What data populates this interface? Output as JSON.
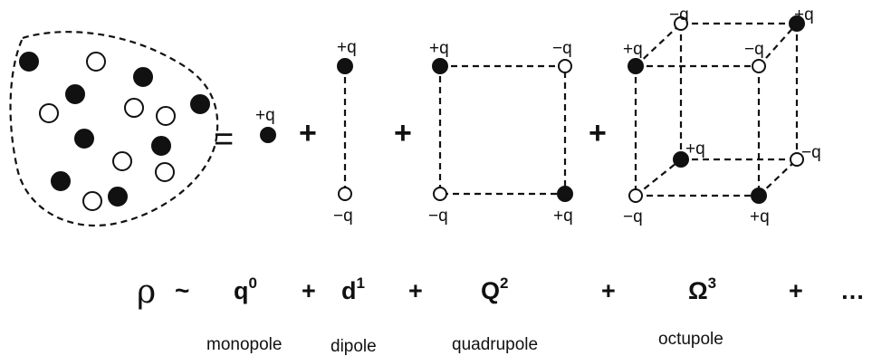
{
  "charge_labels": {
    "monopole": "+q",
    "dipole_top": "+q",
    "dipole_bottom": "−q",
    "quad_top_left": "+q",
    "quad_top_right": "−q",
    "quad_bottom_left": "−q",
    "quad_bottom_right": "+q",
    "oct_back_top_left": "−q",
    "oct_back_top_right": "+q",
    "oct_front_top_left": "+q",
    "oct_front_top_right": "−q",
    "oct_back_bottom_left": "+q",
    "oct_back_bottom_right": "−q",
    "oct_front_bottom_left": "−q",
    "oct_front_bottom_right": "+q"
  },
  "operators": {
    "equals": "=",
    "plus": "+",
    "tilde": "~",
    "ellipsis": "…"
  },
  "equation": {
    "rho": "ρ",
    "monopole_symbol": "q",
    "monopole_power": "0",
    "dipole_symbol": "d",
    "dipole_power": "1",
    "quadrupole_symbol": "Q",
    "quadrupole_power": "2",
    "octupole_symbol": "Ω",
    "octupole_power": "3"
  },
  "names": {
    "monopole": "monopole",
    "dipole": "dipole",
    "quadrupole": "quadrupole",
    "octupole": "octupole"
  },
  "colors": {
    "ink": "#111111",
    "background": "#ffffff"
  }
}
